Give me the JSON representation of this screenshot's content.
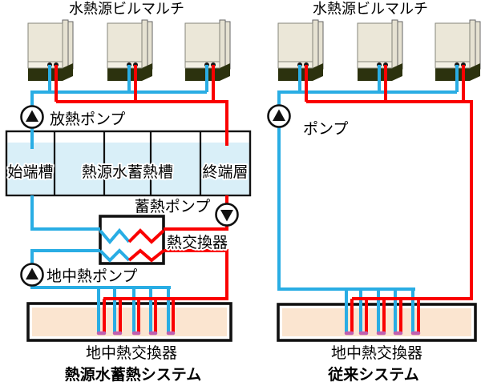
{
  "colors": {
    "pipe_cold": "#29ade4",
    "pipe_hot": "#fa0000",
    "water": "#d9eff8",
    "ground": "#fbe5d0",
    "connector": "#c060b0",
    "unit_body": "#ebe7d8",
    "unit_strip": "#f2efe3",
    "unit_slat": "#e6e2d2",
    "unit_base": "#2c320e"
  },
  "left_system": {
    "title": "水熱源ビルマルチ",
    "radiating_pump_label": "放熱ポンプ",
    "tank": {
      "start_tank": "始端槽",
      "storage_tank": "熱源水蓄熱槽",
      "end_tank": "終端層"
    },
    "storage_pump_label": "蓄熱ポンプ",
    "heat_exchanger_label": "熱交換器",
    "ground_pump_label": "地中熱ポンプ",
    "ground_hx_label": "地中熱交換器",
    "system_name": "熱源水蓄熱システム"
  },
  "right_system": {
    "title": "水熱源ビルマルチ",
    "pump_label": "ポンプ",
    "ground_hx_label": "地中熱交換器",
    "system_name": "従来システム"
  }
}
